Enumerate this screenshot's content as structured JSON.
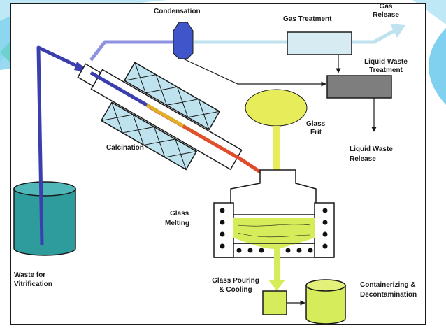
{
  "labels": {
    "condensation": "Condensation",
    "gas_treatment": "Gas Treatment",
    "gas_release_1": "Gas",
    "gas_release_2": "Release",
    "liquid_waste_treatment_1": "Liquid Waste",
    "liquid_waste_treatment_2": "Treatment",
    "glass_frit_1": "Glass",
    "glass_frit_2": "Frit",
    "liquid_waste_release_1": "Liquid Waste",
    "liquid_waste_release_2": "Release",
    "calcination": "Calcination",
    "glass_melting_1": "Glass",
    "glass_melting_2": "Melting",
    "waste_for_vitrification_1": "Waste for",
    "waste_for_vitrification_2": "Vitrification",
    "glass_pouring_1": "Glass Pouring",
    "glass_pouring_2": "& Cooling",
    "containerizing_1": "Containerizing &",
    "containerizing_2": "Decontamination"
  },
  "colors": {
    "background_accent": "#7fd1ef",
    "background_green": "#2ecf4a",
    "feed_line": "#3b3fae",
    "gas_line": "#bfe3ee",
    "condenser": "#3f55c9",
    "gas_treatment_box": "#d7ecf2",
    "liquid_treatment_box": "#7e7e7e",
    "frit": "#e6ec5a",
    "glass": "#d7ec5a",
    "hot_line": "#e0482c",
    "tank": "#2e9c9c"
  }
}
